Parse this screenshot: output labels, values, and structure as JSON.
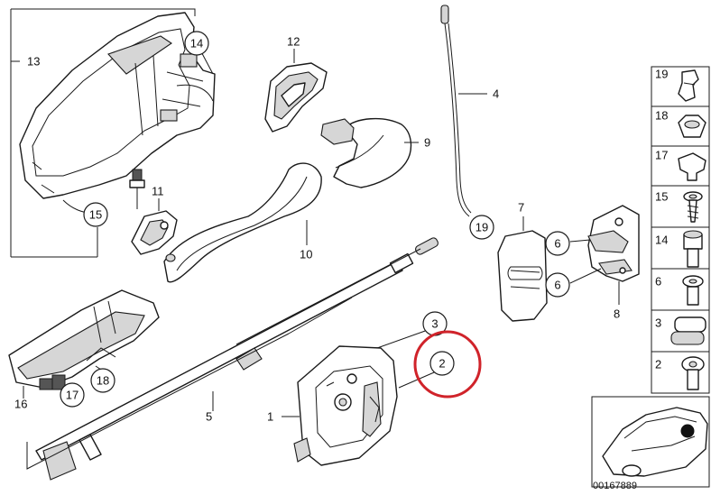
{
  "diagram_code": "00167889",
  "highlight_color": "#d0232a",
  "line_color": "#1a1a1a",
  "callouts": {
    "c2": "2",
    "c3": "3",
    "c6a": "6",
    "c6b": "6",
    "c14": "14",
    "c15": "15",
    "c17": "17",
    "c18": "18",
    "c19": "19"
  },
  "labels": {
    "l1": "1",
    "l4": "4",
    "l5": "5",
    "l7": "7",
    "l8": "8",
    "l9": "9",
    "l10": "10",
    "l11": "11",
    "l12": "12",
    "l13": "13",
    "l16": "16"
  },
  "side_panel": [
    "19",
    "18",
    "17",
    "15",
    "14",
    "6",
    "3",
    "2"
  ]
}
